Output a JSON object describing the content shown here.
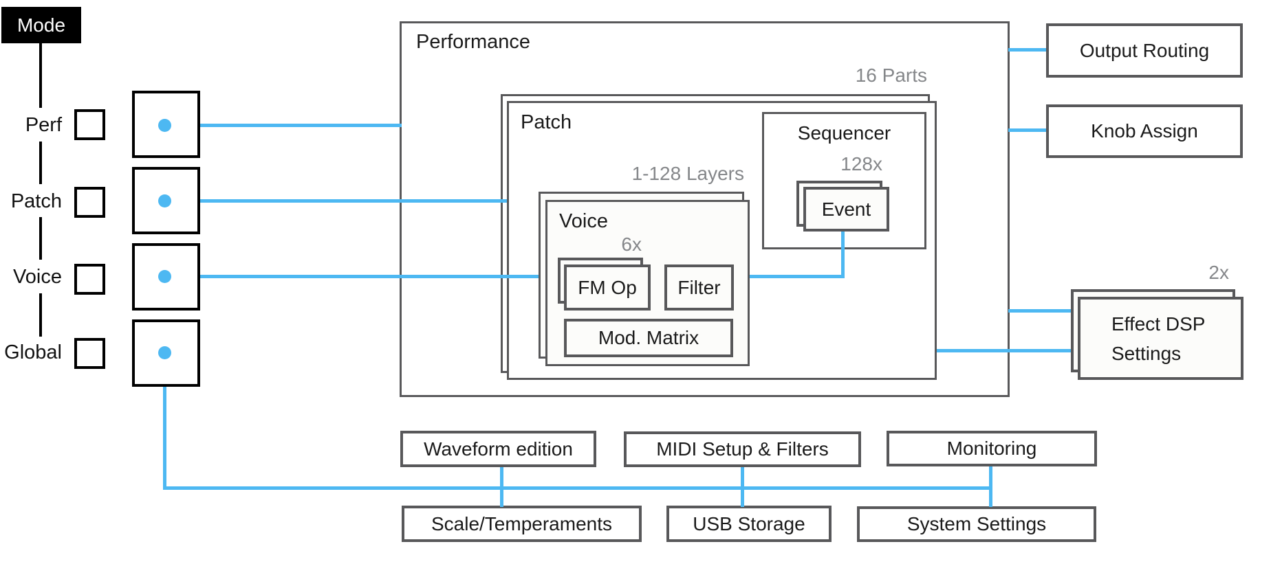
{
  "colors": {
    "accent_blue": "#4db8f2",
    "box_border_gray": "#58585a",
    "note_gray": "#85878a",
    "black": "#000000"
  },
  "mode": {
    "title": "Mode",
    "items": [
      {
        "label": "Perf"
      },
      {
        "label": "Patch"
      },
      {
        "label": "Voice"
      },
      {
        "label": "Global"
      }
    ]
  },
  "performance": {
    "title": "Performance",
    "parts_note": "16 Parts",
    "patch": {
      "title": "Patch",
      "layers_note": "1-128 Layers",
      "voice": {
        "title": "Voice",
        "fm_note": "6x",
        "fm_op": "FM Op",
        "filter": "Filter",
        "mod_matrix": "Mod. Matrix"
      },
      "sequencer": {
        "title": "Sequencer",
        "event_note": "128x",
        "event": "Event"
      }
    }
  },
  "right": {
    "output_routing": "Output Routing",
    "knob_assign": "Knob Assign",
    "effect_note": "2x",
    "effect_line1": "Effect DSP",
    "effect_line2": "Settings"
  },
  "bottom": {
    "waveform": "Waveform edition",
    "midi": "MIDI Setup & Filters",
    "monitoring": "Monitoring",
    "scale": "Scale/Temperaments",
    "usb": "USB Storage",
    "system": "System Settings"
  }
}
